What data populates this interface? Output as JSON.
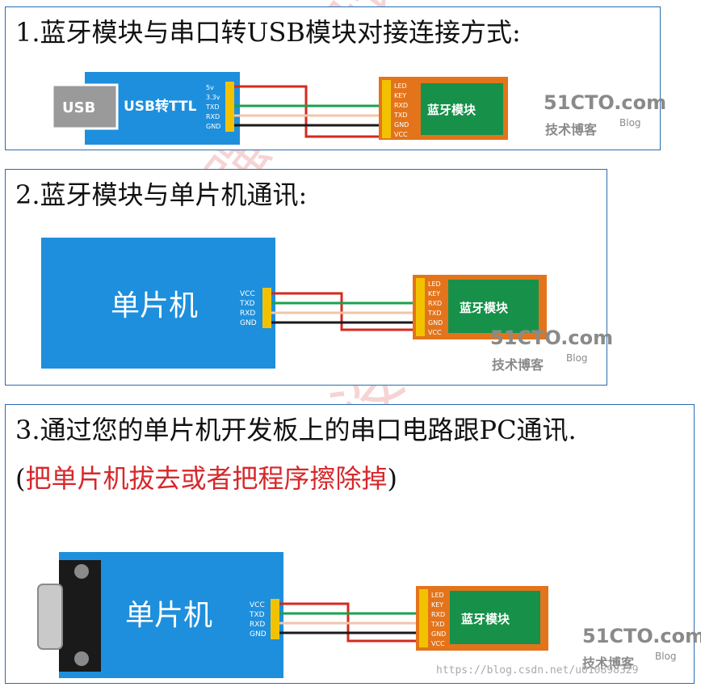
{
  "section1": {
    "title": "1.蓝牙模块与串口转USB模块对接连接方式:",
    "usb_label": "USB",
    "converter_label": "USB转TTL",
    "converter_pins": [
      "5v",
      "3.3v",
      "TXD",
      "RXD",
      "GND"
    ]
  },
  "section2": {
    "title": "2.蓝牙模块与单片机通讯:",
    "mcu_label": "单片机",
    "mcu_pins": [
      "VCC",
      "TXD",
      "RXD",
      "GND"
    ]
  },
  "section3": {
    "title": "3.通过您的单片机开发板上的串口电路跟PC通讯.",
    "note_open": "(",
    "note": "把单片机拔去或者把程序擦除掉",
    "note_close": ")",
    "mcu_label": "单片机",
    "mcu_pins": [
      "VCC",
      "TXD",
      "RXD",
      "GND"
    ]
  },
  "bt_module": {
    "label": "蓝牙模块",
    "pins": [
      "LED",
      "KEY",
      "RXD",
      "TXD",
      "GND",
      "VCC"
    ]
  },
  "watermark": {
    "site": "51CTO.com",
    "tagline": "技术博客",
    "blog": "Blog",
    "csdn": "https://blog.csdn.net/u010898329",
    "diagonal": "小强电子设计"
  },
  "colors": {
    "board_blue": "#1e8fdc",
    "bt_orange": "#e3741b",
    "bt_green": "#17914a",
    "wire_red": "#d42a1e",
    "wire_green": "#1aa14d",
    "wire_black": "#1a1a1a",
    "wire_peach": "#f2c6a8",
    "pin_yellow": "#f2c200",
    "frame_blue": "#2a6cb0"
  }
}
